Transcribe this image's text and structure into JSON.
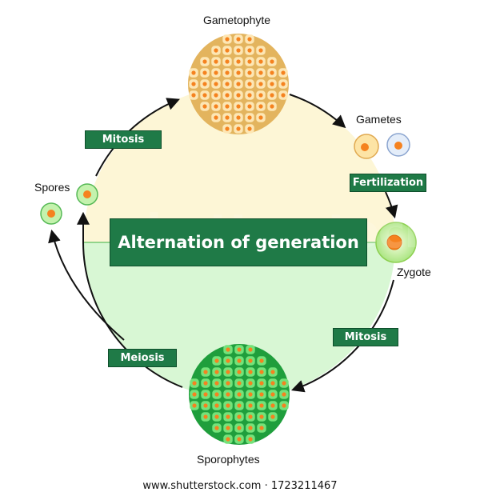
{
  "title": "Alternation of generation",
  "watermark": "shutterstock",
  "footer": "www.shutterstock.com · 1723211467",
  "stages": {
    "gametophyte": "Gametophyte",
    "gametes": "Gametes",
    "zygote": "Zygote",
    "sporophytes": "Sporophytes",
    "spores": "Spores"
  },
  "processes": {
    "mitosis_top": "Mitosis",
    "fertilization": "Fertilization",
    "mitosis_bottom": "Mitosis",
    "meiosis": "Meiosis"
  },
  "colors": {
    "haploid_fill": "#fdf6d6",
    "diploid_fill": "#d8f7d4",
    "gametophyte_cell": "#fde6b4",
    "sporophyte_cell": "#74e27a",
    "nucleus": "#f5821f",
    "label_box": "#1f7a47"
  }
}
